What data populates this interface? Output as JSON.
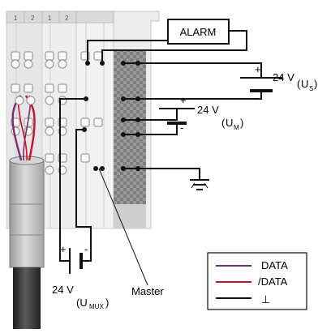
{
  "terminal_numbers": [
    "1",
    "2",
    "1",
    "2"
  ],
  "alarm": {
    "label": "ALARM"
  },
  "supplies": {
    "us": {
      "main": "24 V",
      "open": "(",
      "sub": "U",
      "subsub": "S",
      "close": ")"
    },
    "um": {
      "main": "24 V",
      "open": "(",
      "sub": "U",
      "subsub": "M",
      "close": ")"
    },
    "umux": {
      "main": "24 V",
      "sub": "(U",
      "subsub": "MUX",
      "close": ")"
    }
  },
  "polarity": {
    "plus": "+",
    "minus": "-"
  },
  "master_label": "Master",
  "legend": {
    "items": [
      {
        "label": "DATA",
        "color": "#7b2d6e"
      },
      {
        "label": "/DATA",
        "color": "#c8102e"
      },
      {
        "label": "⊥",
        "color": "#111111"
      }
    ]
  },
  "colors": {
    "terminal_block": "#ececec",
    "terminal_stripe": "#8c8c8c",
    "cable_grey": "#bdbdbd",
    "cable_dark": "#3a3a3a",
    "wire": "#111111"
  }
}
